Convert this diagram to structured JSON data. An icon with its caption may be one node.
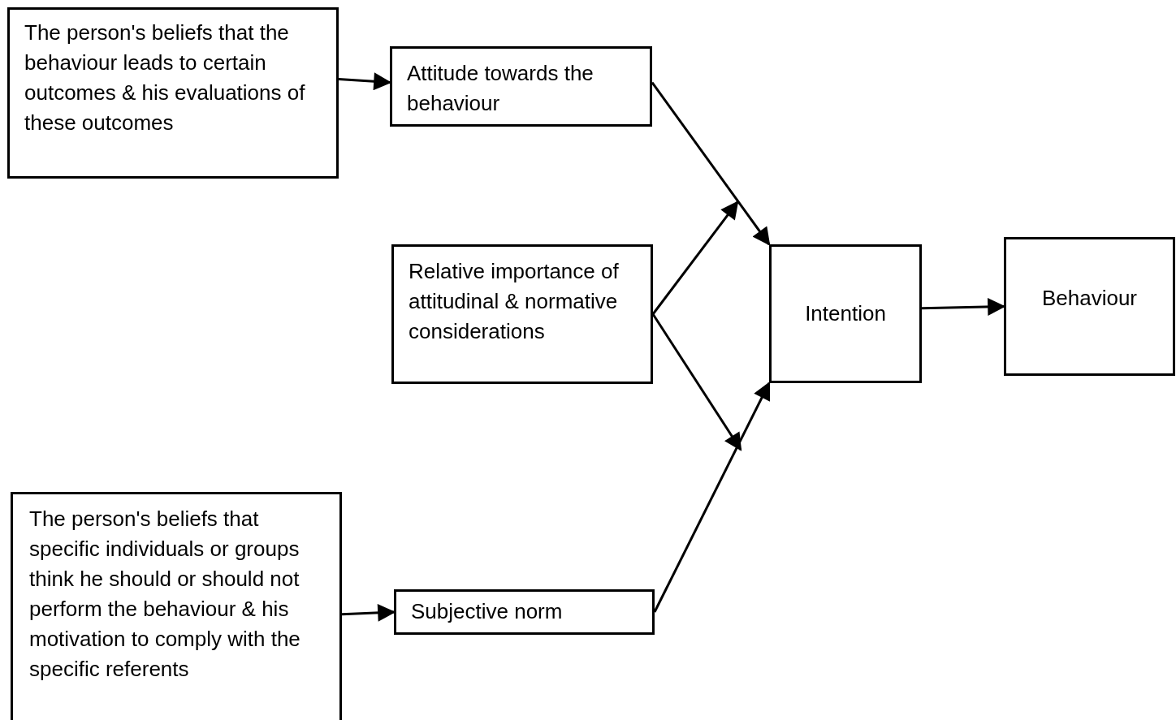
{
  "diagram": {
    "nodes": [
      {
        "text": [
          "The person's beliefs that the behaviour leads to certain outcomes & his evaluations of these outcomes"
        ]
      },
      {
        "text": [
          "Attitude towards the behaviour"
        ]
      },
      {
        "text": [
          "Relative importance of attitudinal & normative considerations"
        ]
      },
      {
        "text": [
          "Intention"
        ]
      },
      {
        "text": [
          "Behaviour"
        ]
      },
      {
        "text": [
          "The person's beliefs that specific individuals or groups think he should or should not perform the behaviour & his motivation to comply with the specific referents"
        ]
      },
      {
        "text": [
          "Subjective norm"
        ]
      }
    ],
    "edges": [
      {
        "from": 0,
        "to": 1,
        "arrow": "to"
      },
      {
        "from": 1,
        "to": 3,
        "arrow": "to"
      },
      {
        "from": 2,
        "to": null,
        "arrow": "to"
      },
      {
        "from": 2,
        "to": null,
        "arrow": "to"
      },
      {
        "from": 3,
        "to": 4,
        "arrow": "to"
      },
      {
        "from": 5,
        "to": 6,
        "arrow": "to"
      },
      {
        "from": 6,
        "to": 3,
        "arrow": "to"
      }
    ]
  }
}
